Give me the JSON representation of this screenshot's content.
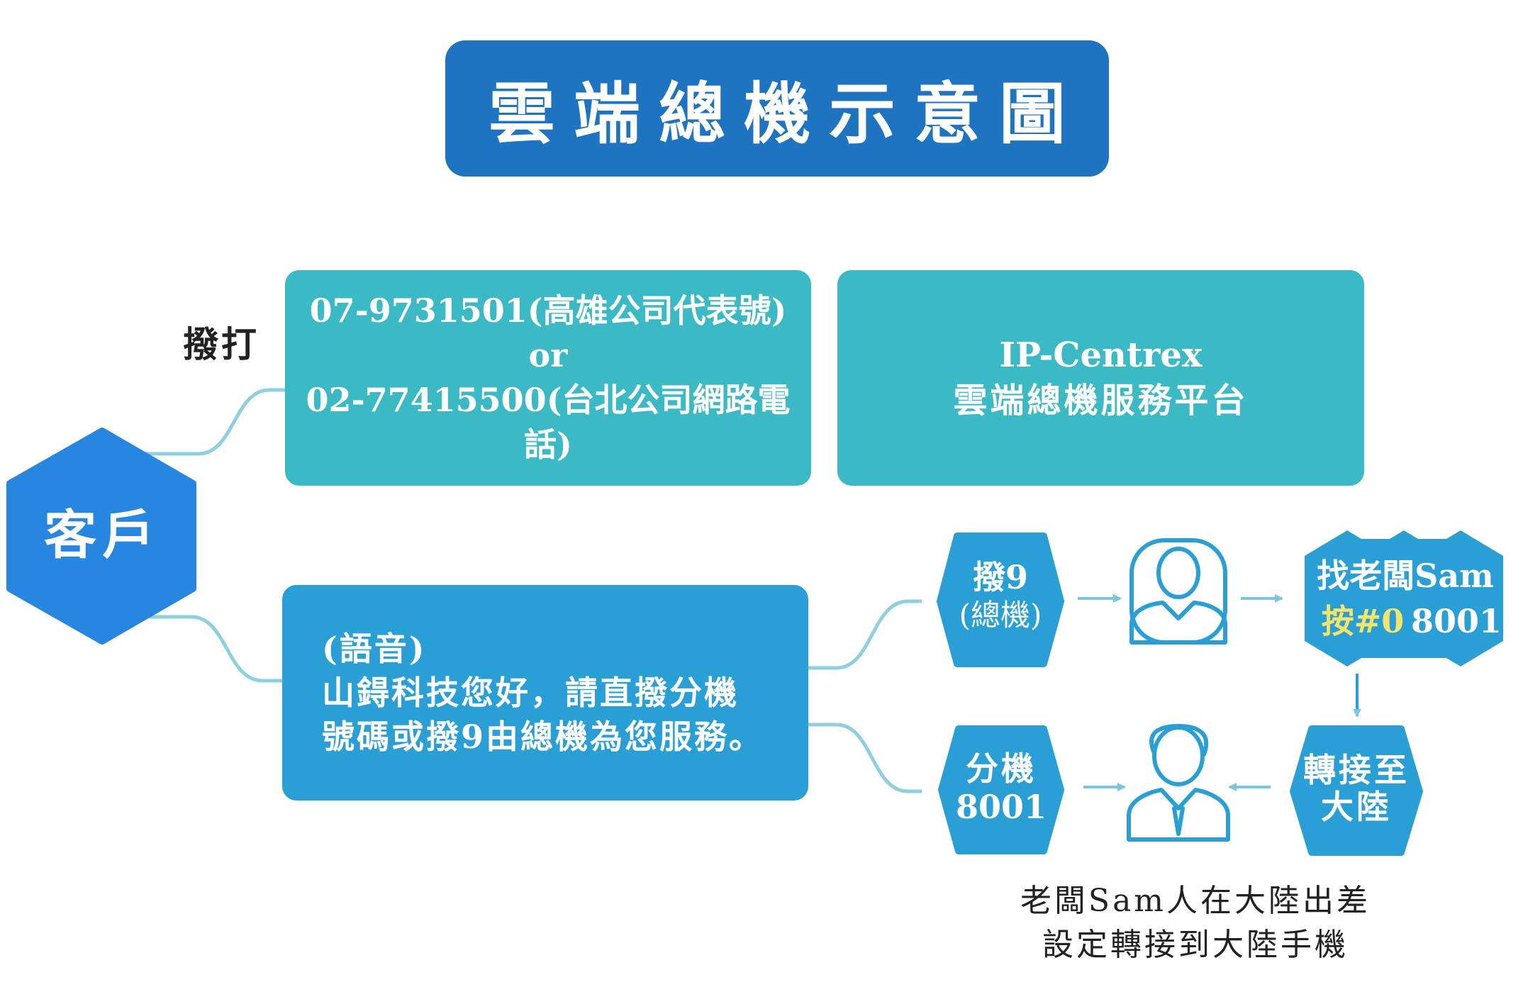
{
  "title": "雲端總機示意圖",
  "customer": {
    "label": "客戶"
  },
  "dial": {
    "label": "撥打",
    "lines": [
      "07-9731501(高雄公司代表號)",
      "or",
      "02-77415500(台北公司網路電話)"
    ]
  },
  "platform": {
    "lines": [
      "IP-Centrex",
      "雲端總機服務平台"
    ]
  },
  "voice": {
    "lines": [
      "(語音)",
      "山鍀科技您好，請直撥分機",
      "號碼或撥9由總機為您服務。"
    ]
  },
  "operator_hex": {
    "line1": "撥9",
    "line2": "(總機)"
  },
  "find_boss": {
    "line1": "找老闆Sam",
    "press": "按#0",
    "ext": "8001"
  },
  "ext_hex": {
    "line1": "分機",
    "line2": "8001"
  },
  "transfer_hex": {
    "line1": "轉接至",
    "line2": "大陸"
  },
  "caption": {
    "lines": [
      "老闆Sam人在大陸出差",
      "設定轉接到大陸手機"
    ]
  },
  "colors": {
    "title_bg": "#1e74c0",
    "teal_card": "#3bb9c5",
    "voice_card": "#2a9fd5",
    "customer_hex": "#2686e0",
    "small_hex": "#2a9fd5",
    "press_highlight": "#f5e46a",
    "connector": "#8ecfe0",
    "arrow": "#7cc6dc"
  },
  "icons": [
    "operator-person-icon",
    "businessman-icon"
  ]
}
